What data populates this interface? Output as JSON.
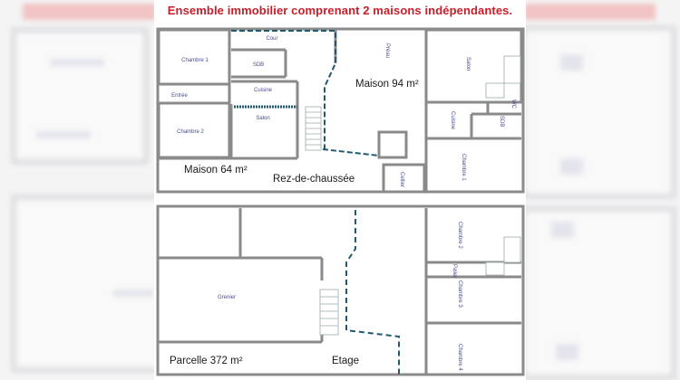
{
  "title": "Ensemble immobilier comprenant 2 maisons indépendantes.",
  "ground_floor": {
    "label": "Rez-de-chaussée",
    "house_small": {
      "label": "Maison 64 m²",
      "rooms": [
        "Chambre 1",
        "Entrée",
        "Chambre 2",
        "Cour",
        "SDB",
        "Cuisine",
        "Salon"
      ]
    },
    "house_large": {
      "label": "Maison 94 m²",
      "rooms": [
        "Préau",
        "Salon",
        "Cuisine",
        "WC",
        "SDB",
        "Chambre 1",
        "Cellier"
      ]
    }
  },
  "upper_floor": {
    "label": "Etage",
    "parcel_label": "Parcelle 372 m²",
    "rooms": [
      "Grenier",
      "Chambre 2",
      "Palier",
      "Chambre 3",
      "Chambre 4"
    ]
  },
  "colors": {
    "title": "#c81e2a",
    "walls": "#8a8a8a",
    "room_labels": "#4a4e8a",
    "boundary_dashes": "#1f5a6e"
  }
}
